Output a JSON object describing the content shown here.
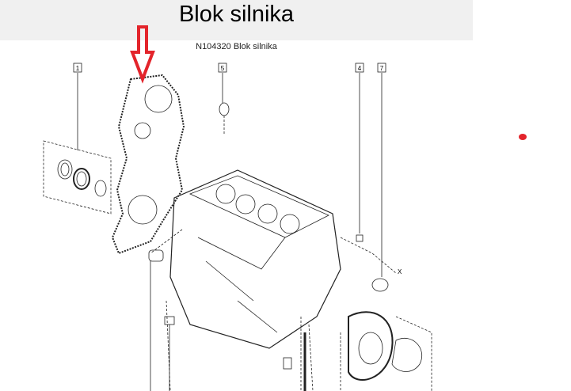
{
  "header": {
    "title": "Blok silnika"
  },
  "diagram": {
    "subtitle": "N104320 Blok silnika",
    "callouts": [
      "1",
      "5",
      "4",
      "7"
    ],
    "axis_label": "X",
    "colors": {
      "arrow": "#e3242b",
      "dot": "#e3242b",
      "line": "#222222"
    }
  }
}
